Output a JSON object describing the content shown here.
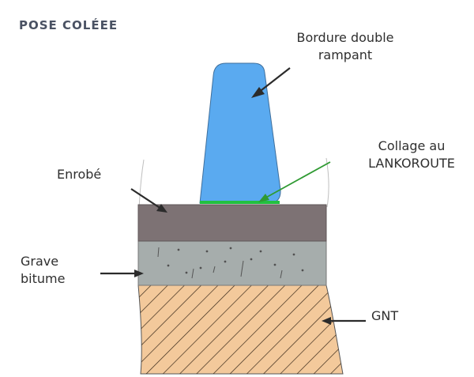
{
  "title": "POSE COLÉEE",
  "labels": {
    "bordure": "Bordure double\nrampant",
    "collage": "Collage au\nLANKOROUTE",
    "enrobe": "Enrobé",
    "grave": "Grave\nbitume",
    "gnt": "GNT"
  },
  "colors": {
    "bordure": "#5aaaf0",
    "collage": "#22c140",
    "enrobe": "#7d7274",
    "grave": "#a6adac",
    "gnt": "#f3c99b",
    "arrow": "#2b2b2b",
    "collage_arrow": "#2f9a32"
  }
}
